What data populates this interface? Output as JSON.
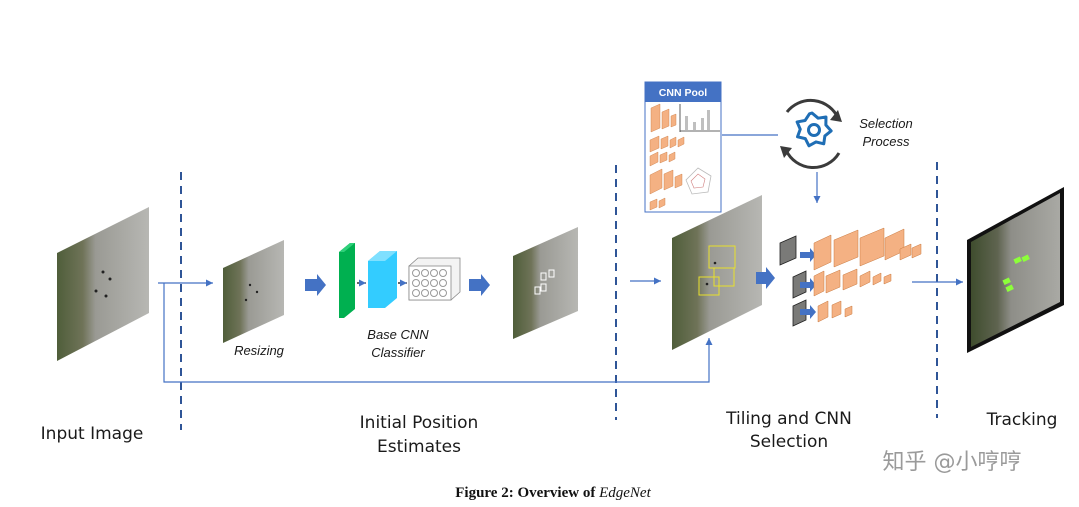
{
  "labels": {
    "input_image": "Input Image",
    "initial_position_line1": "Initial Position",
    "initial_position_line2": "Estimates",
    "tiling_line1": "Tiling and CNN",
    "tiling_line2": "Selection",
    "tracking": "Tracking",
    "resizing": "Resizing",
    "base_cnn_line1": "Base CNN",
    "base_cnn_line2": "Classifier",
    "cnn_pool": "CNN Pool",
    "selection_line1": "Selection",
    "selection_line2": "Process"
  },
  "caption": {
    "prefix": "Figure 2: Overview of ",
    "emph": "EdgeNet"
  },
  "watermark": "知乎 @小哼哼",
  "colors": {
    "arrow_blue": "#4472c4",
    "dashed_blue": "#2f5597",
    "pool_header": "#4472c4",
    "tile_orange": "#f4b183",
    "green_layer": "#00b050",
    "cyan_layer": "#33ccff",
    "yellow_box": "#e8e02a"
  }
}
